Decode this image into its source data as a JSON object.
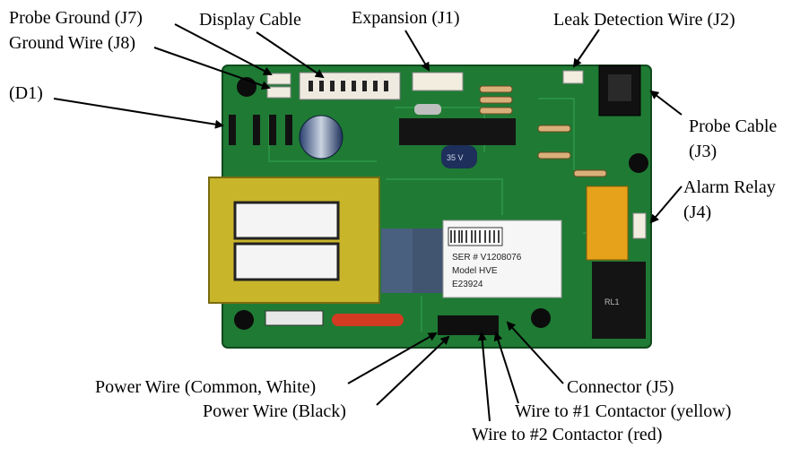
{
  "callouts": {
    "probe_ground": "Probe Ground (J7)",
    "ground_wire": "Ground Wire (J8)",
    "display_cable": "Display Cable",
    "expansion": "Expansion (J1)",
    "leak_detection": "Leak Detection Wire (J2)",
    "d1": "(D1)",
    "probe_cable_line1": "Probe Cable",
    "probe_cable_line2": "(J3)",
    "alarm_relay_line1": "Alarm Relay",
    "alarm_relay_line2": "(J4)",
    "power_common": "Power Wire (Common, White)",
    "power_black": "Power Wire (Black)",
    "connector_j5": "Connector (J5)",
    "wire_contactor1": "Wire to #1 Contactor (yellow)",
    "wire_contactor2": "Wire to #2 Contactor (red)"
  },
  "board_markings": {
    "sticker_line1": "E23924",
    "sticker_line2": "Model HVE",
    "sticker_line3": "SER # V1208076",
    "capacitor_text": "35 V",
    "relay_text": "RL1"
  },
  "colors": {
    "board": "#1f7a34",
    "board_dark": "#155c26",
    "transformer_core": "#c9b52a",
    "capacitor": "#1d2f5a",
    "relay_yellow": "#e6a21a",
    "arrow": "#000000"
  }
}
